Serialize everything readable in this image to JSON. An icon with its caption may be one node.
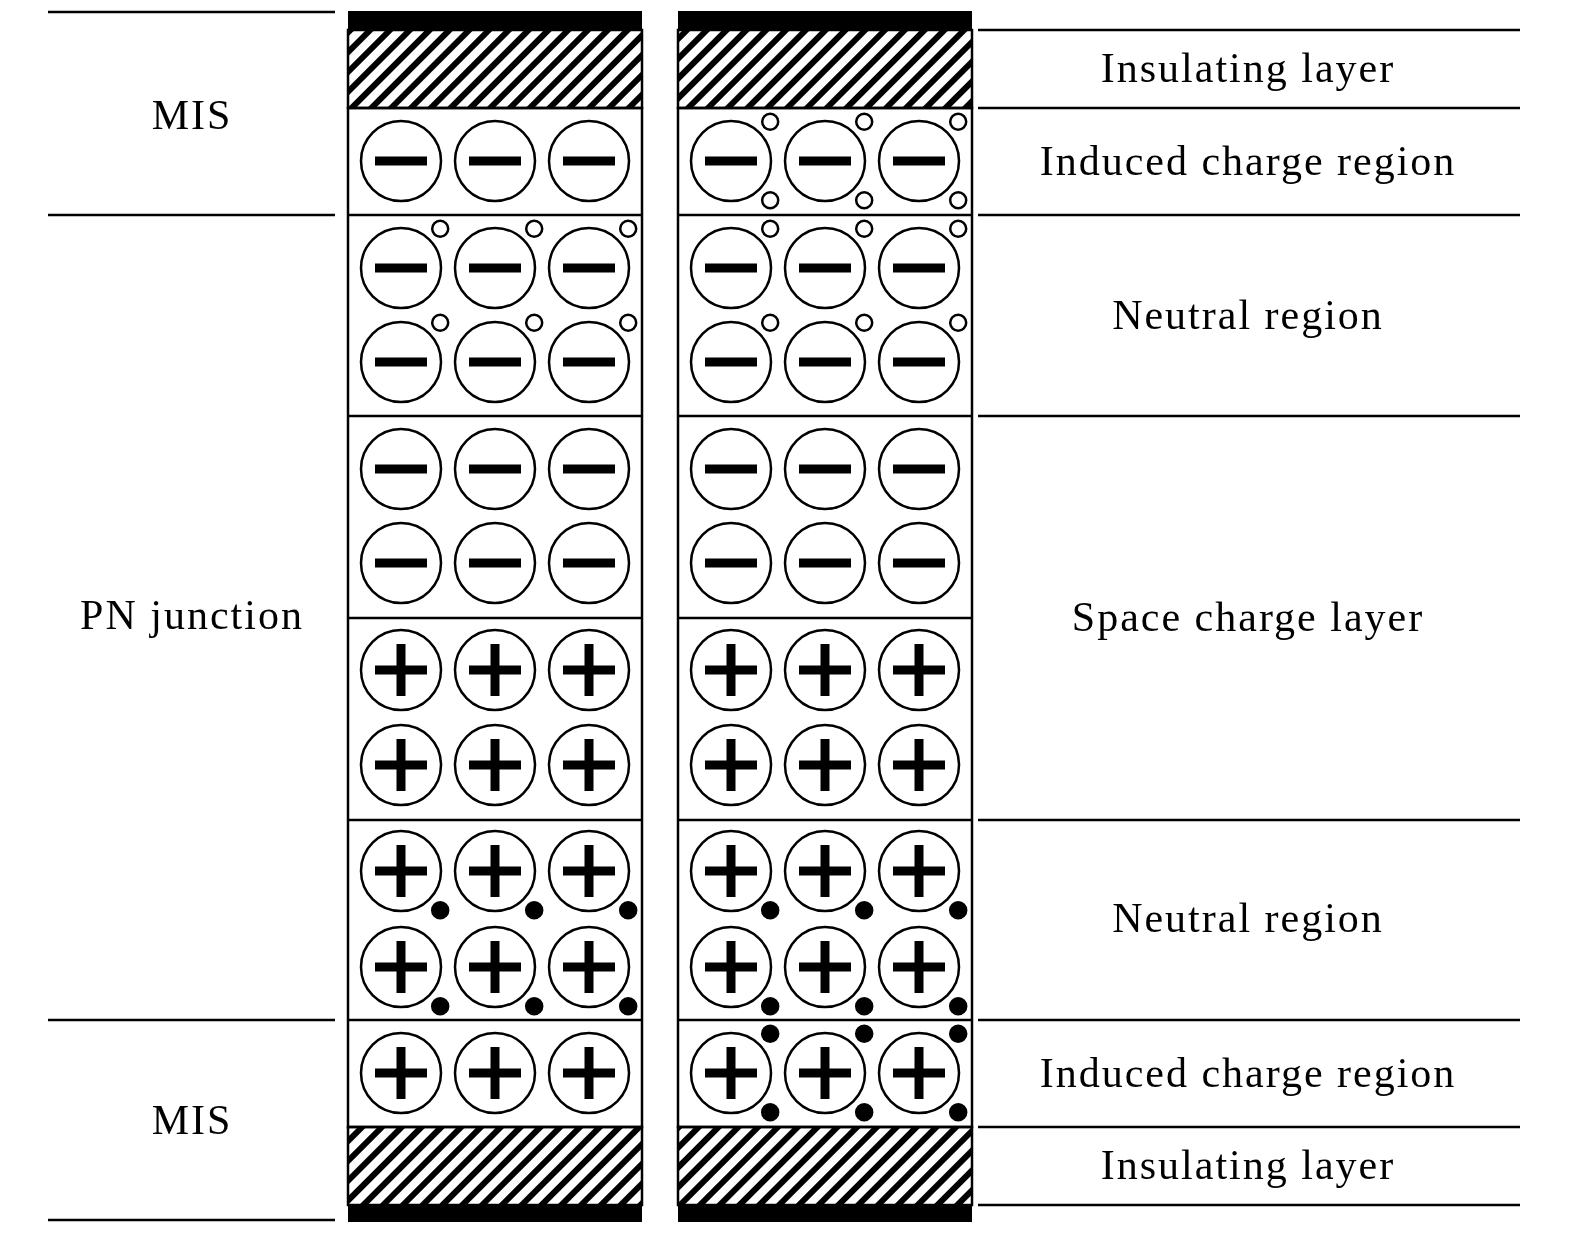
{
  "diagram": {
    "labels": [
      "MIS",
      "PN junction",
      "MIS",
      "Insulating layer",
      "Induced charge region",
      "Neutral region",
      "Space charge layer",
      "Neutral region",
      "Induced charge region",
      "Insulating layer"
    ]
  }
}
